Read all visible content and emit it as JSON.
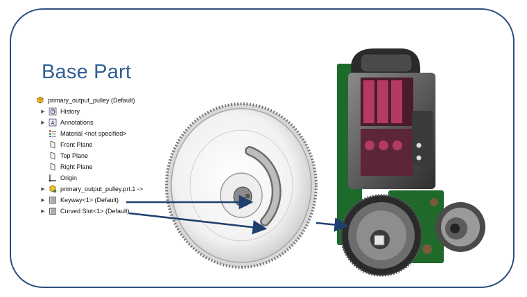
{
  "slide": {
    "title": "Base Part",
    "accent_color": "#2f5f93",
    "border_color": "#2f4f7f",
    "arrow_color": "#1f3f6f"
  },
  "feature_tree": {
    "root": {
      "label": "primary_output_pulley  (Default)",
      "icon": "part-icon"
    },
    "items": [
      {
        "label": "History",
        "icon": "history-icon",
        "expandable": true
      },
      {
        "label": "Annotations",
        "icon": "annotations-icon",
        "expandable": true
      },
      {
        "label": "Material <not specified>",
        "icon": "material-icon",
        "expandable": false
      },
      {
        "label": "Front Plane",
        "icon": "plane-icon",
        "expandable": false
      },
      {
        "label": "Top Plane",
        "icon": "plane-icon",
        "expandable": false
      },
      {
        "label": "Right Plane",
        "icon": "plane-icon",
        "expandable": false
      },
      {
        "label": "Origin",
        "icon": "origin-icon",
        "expandable": false
      },
      {
        "label": "primary_output_pulley.prt.1 ->",
        "icon": "derived-part-icon",
        "expandable": true
      },
      {
        "label": "Keyway<1> (Default)",
        "icon": "library-feature-icon",
        "expandable": true
      },
      {
        "label": "Curved Slot<1> (Default)",
        "icon": "library-feature-icon",
        "expandable": true
      }
    ]
  }
}
